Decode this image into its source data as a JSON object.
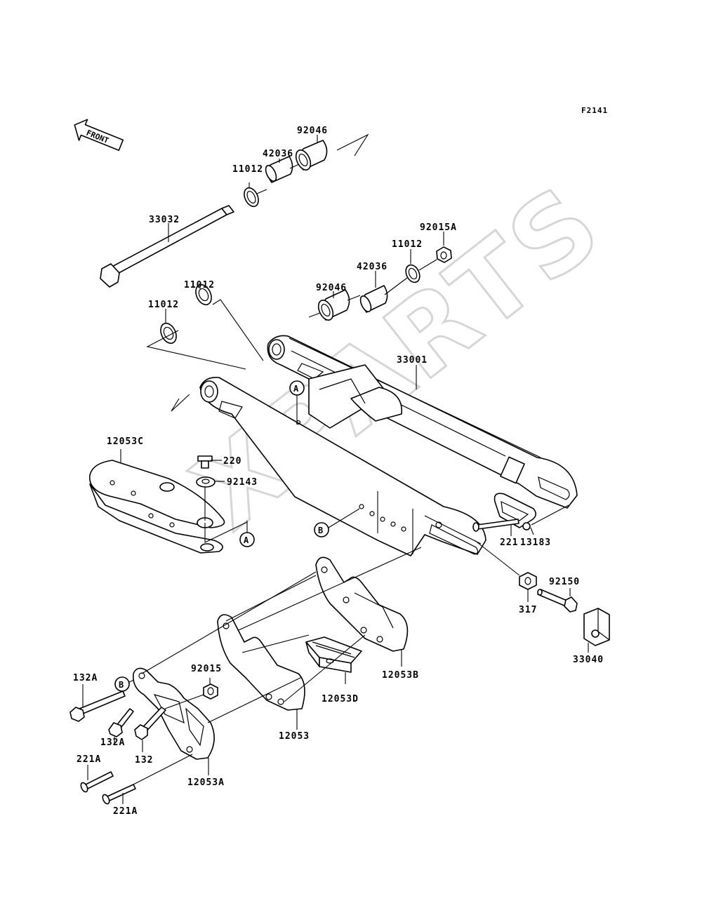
{
  "figure_id": "F2141",
  "front_label": "FRONT",
  "watermark": "XPARTS",
  "ref_markers": {
    "a": "A",
    "b": "B"
  },
  "parts": {
    "p92046_top": "92046",
    "p42036_top": "42036",
    "p11012_top": "11012",
    "p33032": "33032",
    "p92015A": "92015A",
    "p11012_right": "11012",
    "p42036_right": "42036",
    "p92046_right": "92046",
    "p11012_mid": "11012",
    "p11012_left": "11012",
    "p33001": "33001",
    "p12053C": "12053C",
    "p220": "220",
    "p92143": "92143",
    "p221": "221",
    "p13183": "13183",
    "p92150": "92150",
    "p317": "317",
    "p33040": "33040",
    "p92015": "92015",
    "p132A_top": "132A",
    "p132A_bot": "132A",
    "p132": "132",
    "p12053": "12053",
    "p12053D": "12053D",
    "p12053B": "12053B",
    "p221A_top": "221A",
    "p221A_bot": "221A",
    "p12053A": "12053A"
  }
}
